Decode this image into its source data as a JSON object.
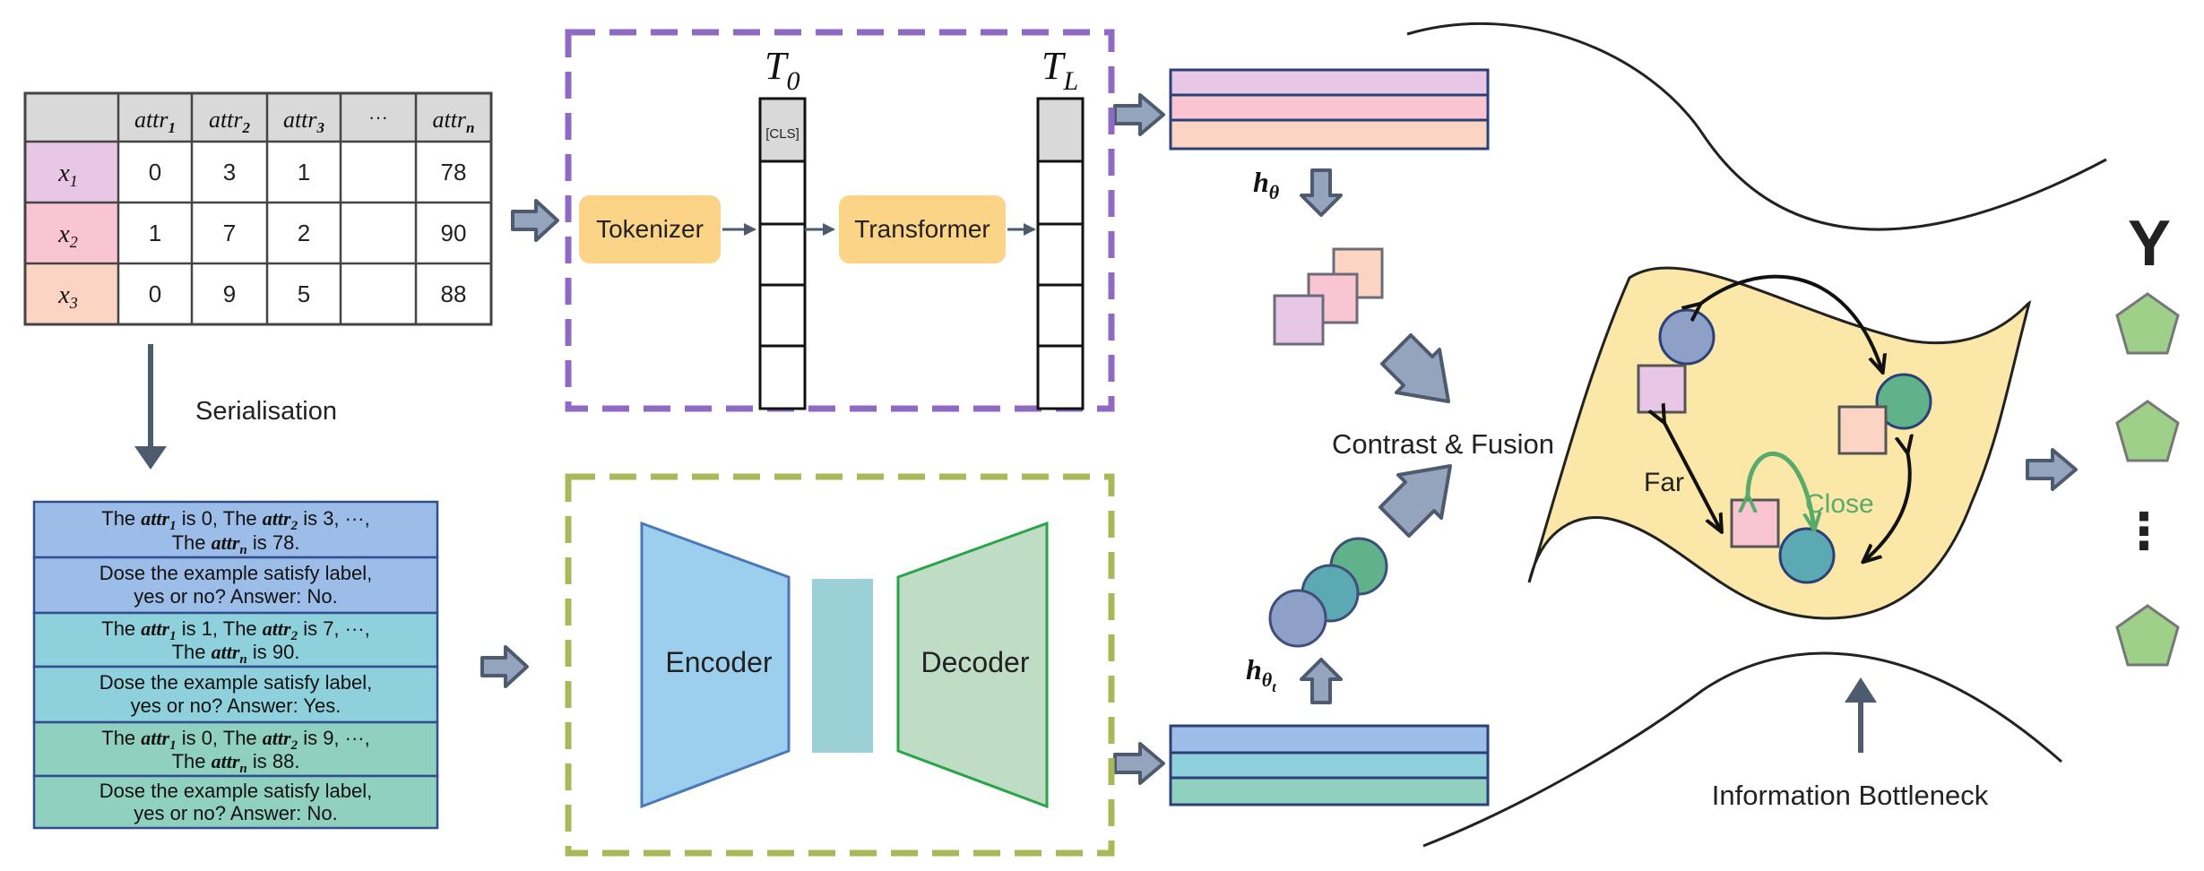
{
  "table": {
    "header": [
      "attr",
      "attr",
      "attr",
      "···",
      "attr"
    ],
    "header_subs": [
      "1",
      "2",
      "3",
      "",
      "n"
    ],
    "rows": [
      {
        "label": "x",
        "sub": "1",
        "color": "#e8c6e6",
        "cells": [
          "0",
          "3",
          "1",
          "",
          "78"
        ]
      },
      {
        "label": "x",
        "sub": "2",
        "color": "#f9c5d3",
        "cells": [
          "1",
          "7",
          "2",
          "",
          "90"
        ]
      },
      {
        "label": "x",
        "sub": "3",
        "color": "#fbd4c4",
        "cells": [
          "0",
          "9",
          "5",
          "",
          "88"
        ]
      }
    ]
  },
  "serialisation_label": "Serialisation",
  "serialised": [
    {
      "pre": "The ",
      "a1": "attr",
      "s1": "1",
      "m1": " is 0, The ",
      "a2": "attr",
      "s2": "2",
      "m2": " is 3, ···,",
      "pre2": "The ",
      "a3": "attr",
      "s3": "n",
      "post": " is 78.",
      "color": "#9dbde9"
    },
    {
      "q1": "Dose the example satisfy label,",
      "q2": "yes or no? Answer: No.",
      "color": "#9dbde9"
    },
    {
      "pre": "The ",
      "a1": "attr",
      "s1": "1",
      "m1": " is 1, The ",
      "a2": "attr",
      "s2": "2",
      "m2": " is 7, ···,",
      "pre2": "The ",
      "a3": "attr",
      "s3": "n",
      "post": " is 90.",
      "color": "#8ed0db"
    },
    {
      "q1": "Dose the example satisfy label,",
      "q2": "yes or no? Answer: Yes.",
      "color": "#8ed0db"
    },
    {
      "pre": "The ",
      "a1": "attr",
      "s1": "1",
      "m1": " is 0, The ",
      "a2": "attr",
      "s2": "2",
      "m2": " is 9, ···,",
      "pre2": "The ",
      "a3": "attr",
      "s3": "n",
      "post": " is 88.",
      "color": "#8fd0bf"
    },
    {
      "q1": "Dose the example satisfy label,",
      "q2": "yes or no? Answer: No.",
      "color": "#8fd0bf"
    }
  ],
  "transformer_block": {
    "tokenizer": "Tokenizer",
    "transformer": "Transformer",
    "t0": "T",
    "t0_sub": "0",
    "tl": "T",
    "tl_sub": "L",
    "cls": "[CLS]"
  },
  "encdec_block": {
    "encoder": "Encoder",
    "decoder": "Decoder"
  },
  "h_theta": {
    "base": "h",
    "sub": "θ"
  },
  "h_theta_t": {
    "base": "h",
    "sub": "θ",
    "subsub": "t"
  },
  "contrast_label": "Contrast & Fusion",
  "far_label": "Far",
  "close_label": "Close",
  "bottleneck_label": "Information Bottleneck",
  "y_label": "Y",
  "ellipsis": "⋮",
  "colors": {
    "purple_dash": "#8e6ac4",
    "green_dash": "#a9b858",
    "orange_box": "#fbd488",
    "arrow_fill": "#95a4bd",
    "arrow_stroke": "#4e5b6e",
    "manifold": "#fbe7a8",
    "pentagon": "#9fd08a",
    "close_green": "#58ab6b"
  }
}
